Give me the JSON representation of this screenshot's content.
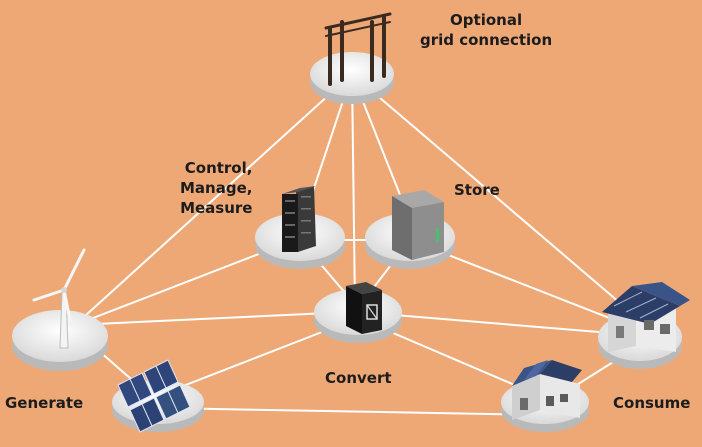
{
  "labels": {
    "grid": [
      "Optional",
      "grid connection"
    ],
    "control": [
      "Control,",
      "Manage,",
      "Measure"
    ],
    "store": "Store",
    "convert": "Convert",
    "generate": "Generate",
    "consume": "Consume"
  },
  "colors": {
    "background": "#eea876",
    "line": "#ffffff",
    "platform_top": "#eeeeee",
    "platform_side": "#b9b9b9",
    "cabinet_dark": "#1a1a1a",
    "cabinet_grey": "#7c7c7c",
    "solar_panel": "#31487e",
    "roof": "#2c3e66",
    "house_wall": "#e2e2e2"
  },
  "icons": {
    "grid": "power-pylon-icon",
    "control": "server-rack-icon",
    "store": "battery-cabinet-icon",
    "convert": "inverter-icon",
    "wind": "wind-turbine-icon",
    "solar": "solar-panel-icon",
    "factory": "factory-icon",
    "house": "house-icon"
  }
}
